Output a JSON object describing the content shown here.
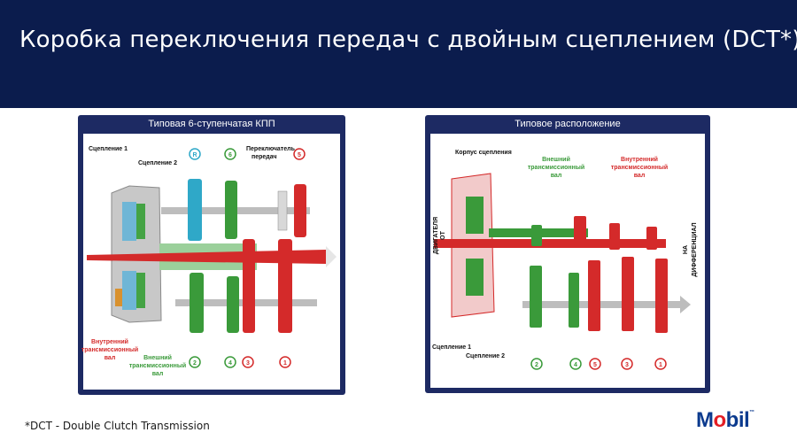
{
  "slide": {
    "title": "Коробка переключения передач с двойным сцеплением (DCT*)",
    "footnote": "*DCT - Double Clutch Transmission",
    "logo": {
      "before": "M",
      "accent": "o",
      "after": "bil",
      "mark": "™"
    }
  },
  "left_panel": {
    "title": "Типовая 6-ступенчатая КПП",
    "labels": {
      "clutch1": "Сцепление 1",
      "clutch2": "Сцепление 2",
      "selector_1": "Переключатель",
      "selector_2": "передач",
      "inner_1": "Внутренний",
      "inner_2": "трансмиссионный",
      "inner_3": "вал",
      "outer_1": "Внешний",
      "outer_2": "трансмиссионный",
      "outer_3": "вал"
    },
    "top_gears": [
      "R",
      "6",
      "5"
    ],
    "bottom_gears": [
      "2",
      "4",
      "3",
      "1"
    ]
  },
  "right_panel": {
    "title": "Типовое расположение",
    "labels": {
      "housing": "Корпус сцепления",
      "outer_1": "Внешний",
      "outer_2": "трансмиссионный",
      "outer_3": "вал",
      "inner_1": "Внутренний",
      "inner_2": "трансмиссионный",
      "inner_3": "вал",
      "engine_1": "ОТ",
      "engine_2": "ДВИГАТЕЛЯ",
      "diff_1": "НА",
      "diff_2": "ДИФФЕРЕНЦИАЛ",
      "clutch1": "Сцепление 1",
      "clutch2": "Сцепление 2"
    },
    "bottom_gears": [
      "2",
      "4",
      "5",
      "3",
      "1"
    ]
  },
  "colors": {
    "header": "#0b1c4d",
    "panel": "#1d2a63",
    "red": "#d42a2a",
    "green": "#3a9a3a",
    "cyan": "#2fa8c8",
    "grey": "#9a9a9a",
    "mobil_blue": "#0b3a8e",
    "mobil_red": "#e31e24"
  },
  "icons": [
    "mobil-logo"
  ]
}
